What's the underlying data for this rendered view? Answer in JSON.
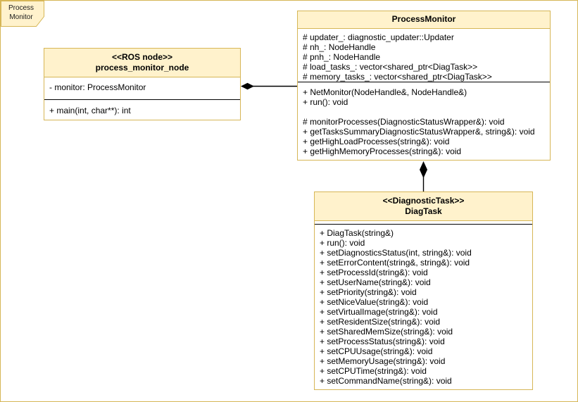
{
  "frame": {
    "label_line1": "Process",
    "label_line2": "Monitor"
  },
  "colors": {
    "header_fill": "#fff2cc",
    "border": "#d6b656",
    "divider": "#000000",
    "background": "#ffffff",
    "connector": "#000000"
  },
  "classes": {
    "process_monitor_node": {
      "stereotype": "<<ROS node>>",
      "name": "process_monitor_node",
      "attributes": [
        "- monitor: ProcessMonitor"
      ],
      "methods": [
        "+ main(int, char**): int"
      ]
    },
    "process_monitor": {
      "name": "ProcessMonitor",
      "attributes": [
        "# updater_: diagnostic_updater::Updater",
        "# nh_: NodeHandle",
        "# pnh_: NodeHandle",
        "# load_tasks_: vector<shared_ptr<DiagTask>>",
        "# memory_tasks_: vector<shared_ptr<DiagTask>>"
      ],
      "methods": [
        "+ NetMonitor(NodeHandle&, NodeHandle&)",
        "+ run(): void",
        "",
        "# monitorProcesses(DiagnosticStatusWrapper&): void",
        "+ getTasksSummaryDiagnosticStatusWrapper&, string&): void",
        "+ getHighLoadProcesses(string&): void",
        "+ getHighMemoryProcesses(string&): void"
      ]
    },
    "diag_task": {
      "stereotype": "<<DiagnosticTask>>",
      "name": "DiagTask",
      "attributes": [],
      "methods": [
        "+ DiagTask(string&)",
        "+ run(): void",
        "+ setDiagnosticsStatus(int, string&): void",
        "+ setErrorContent(string&, string&): void",
        "+ setProcessId(string&): void",
        "+ setUserName(string&): void",
        "+ setPriority(string&): void",
        "+ setNiceValue(string&): void",
        "+ setVirtualImage(string&): void",
        "+ setResidentSize(string&): void",
        "+ setSharedMemSize(string&): void",
        "+ setProcessStatus(string&): void",
        "+ setCPUUsage(string&): void",
        "+ setMemoryUsage(string&): void",
        "+ setCPUTime(string&): void",
        "+ setCommandName(string&): void"
      ]
    }
  },
  "relationships": [
    {
      "type": "composition",
      "owner": "process_monitor_node",
      "part": "ProcessMonitor"
    },
    {
      "type": "composition",
      "owner": "ProcessMonitor",
      "part": "DiagTask"
    }
  ]
}
